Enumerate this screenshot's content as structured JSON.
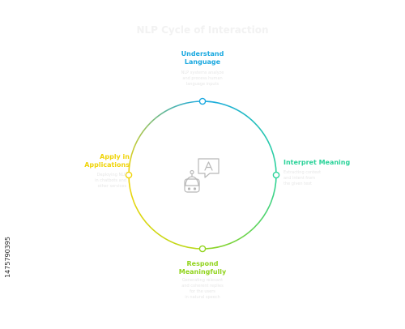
{
  "diagram": {
    "title": "NLP Cycle of Interaction",
    "colors": {
      "blue": "#1ba9e0",
      "green": "#2cd39a",
      "lime": "#92d41e",
      "yellow": "#f0d40a",
      "icon_gray": "#b8b8b8",
      "desc_gray": "#e6e6e6"
    },
    "center_icon": "robot-chat-translate-icon",
    "steps": [
      {
        "label_lines": [
          "Understand",
          "Language"
        ],
        "desc_lines": [
          "NLP systems analyze",
          "and process human",
          "language inputs"
        ]
      },
      {
        "label_lines": [
          "Interpret Meaning"
        ],
        "desc_lines": [
          "Extracting context",
          "and intent from",
          "the given text"
        ]
      },
      {
        "label_lines": [
          "Respond",
          "Meaningfully"
        ],
        "desc_lines": [
          "Generating relevant",
          "and coherent replies",
          "for the users",
          "in natural speech"
        ]
      },
      {
        "label_lines": [
          "Apply in",
          "Applications"
        ],
        "desc_lines": [
          "Deploying NLP",
          "in chatbots and",
          "other services"
        ]
      }
    ]
  },
  "stock_id": "1475790395"
}
